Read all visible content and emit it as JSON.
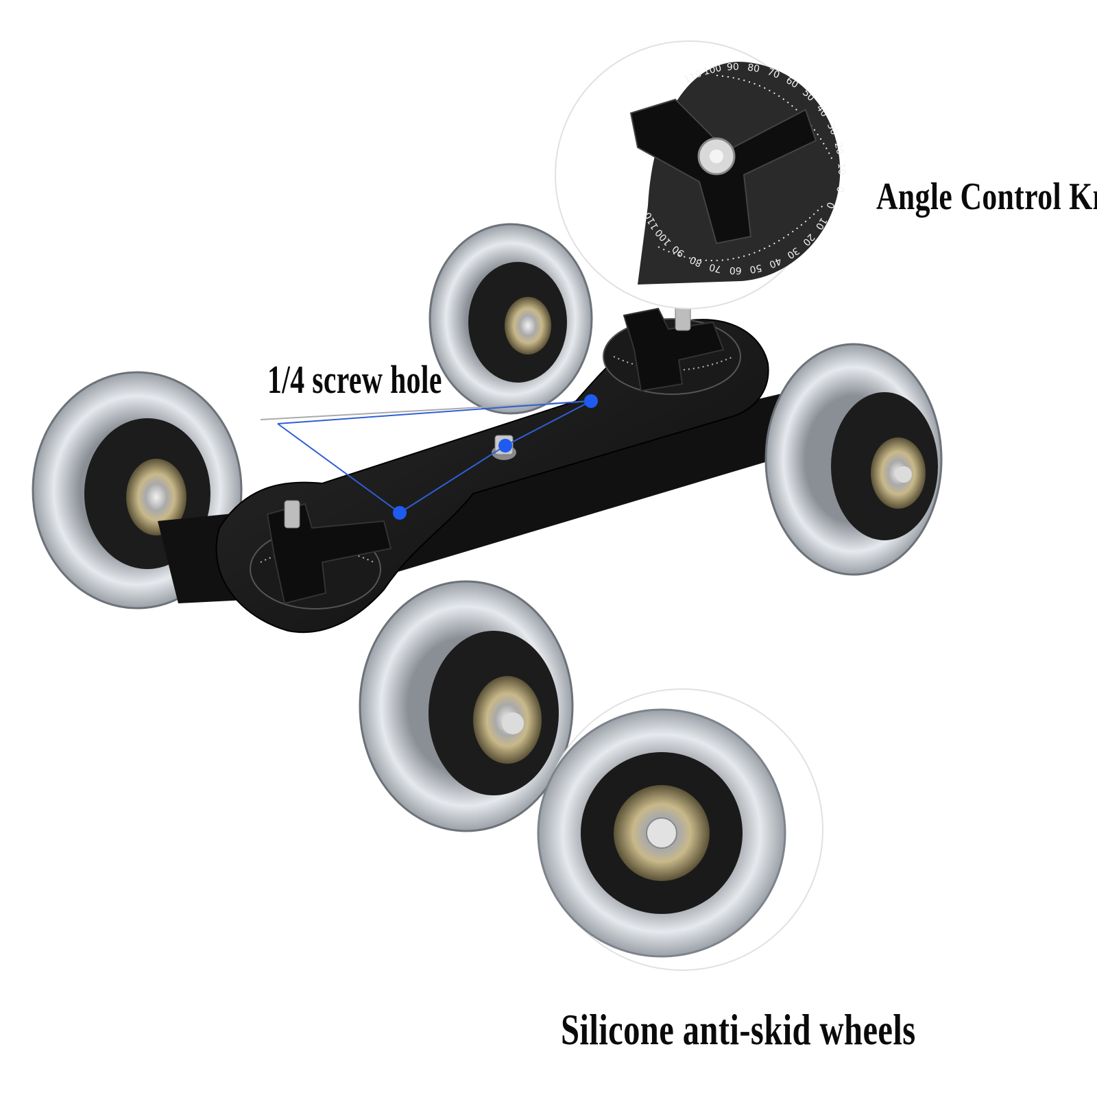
{
  "labels": {
    "angle_control_knob": "Angle Control Knob",
    "screw_hole": "1/4 screw hole",
    "silicone_wheels": "Silicone anti-skid wheels"
  },
  "dial": {
    "scale_upper": [
      "110",
      "100",
      "90",
      "80",
      "70",
      "60",
      "50",
      "40",
      "30",
      "20",
      "10",
      "0"
    ],
    "scale_lower": [
      "0",
      "10",
      "20",
      "30",
      "40",
      "50",
      "60",
      "70",
      "80",
      "90",
      "100",
      "110"
    ]
  },
  "colors": {
    "background": "#ffffff",
    "plate": "#161616",
    "wheel_tire": "#d9dde2",
    "hub": "#1c1c1c",
    "bearing": "#b7a878",
    "callout_line": "#2f5fd6",
    "callout_dot": "#1f5bf0",
    "label_text": "#0a0a0a"
  }
}
